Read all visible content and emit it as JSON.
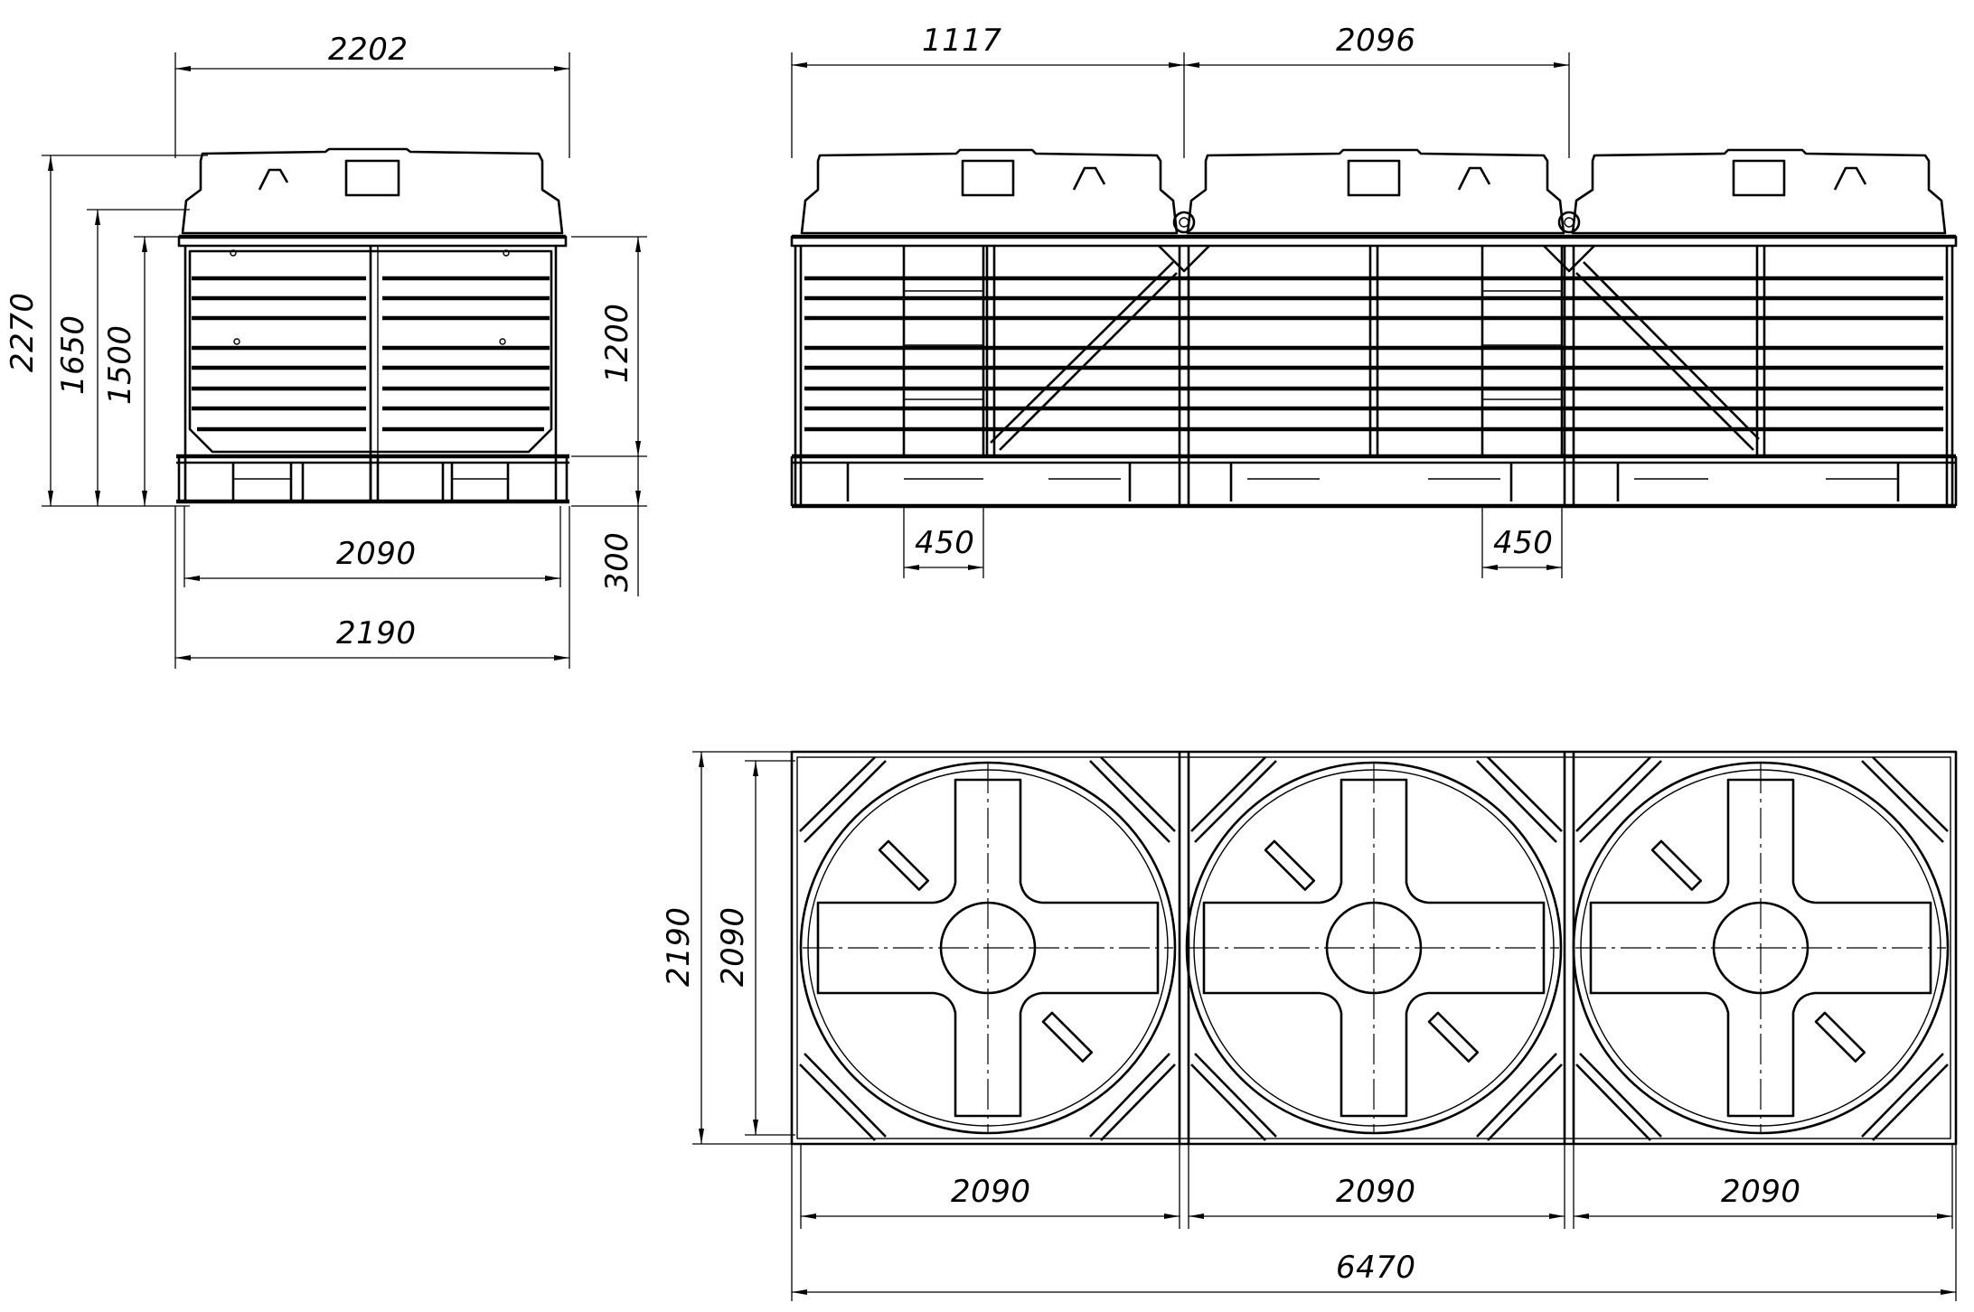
{
  "front_view": {
    "top_width": "2202",
    "overall_height": "2270",
    "height_1650": "1650",
    "height_1500": "1500",
    "tank_height": "1200",
    "frame_height": "300",
    "inner_width": "2090",
    "outer_width": "2190"
  },
  "side_view": {
    "offset": "1117",
    "pitch": "2096",
    "gap_left": "450",
    "gap_right": "450"
  },
  "plan_view": {
    "outer_depth": "2190",
    "inner_depth": "2090",
    "bay_1": "2090",
    "bay_2": "2090",
    "bay_3": "2090",
    "total_length": "6470"
  }
}
